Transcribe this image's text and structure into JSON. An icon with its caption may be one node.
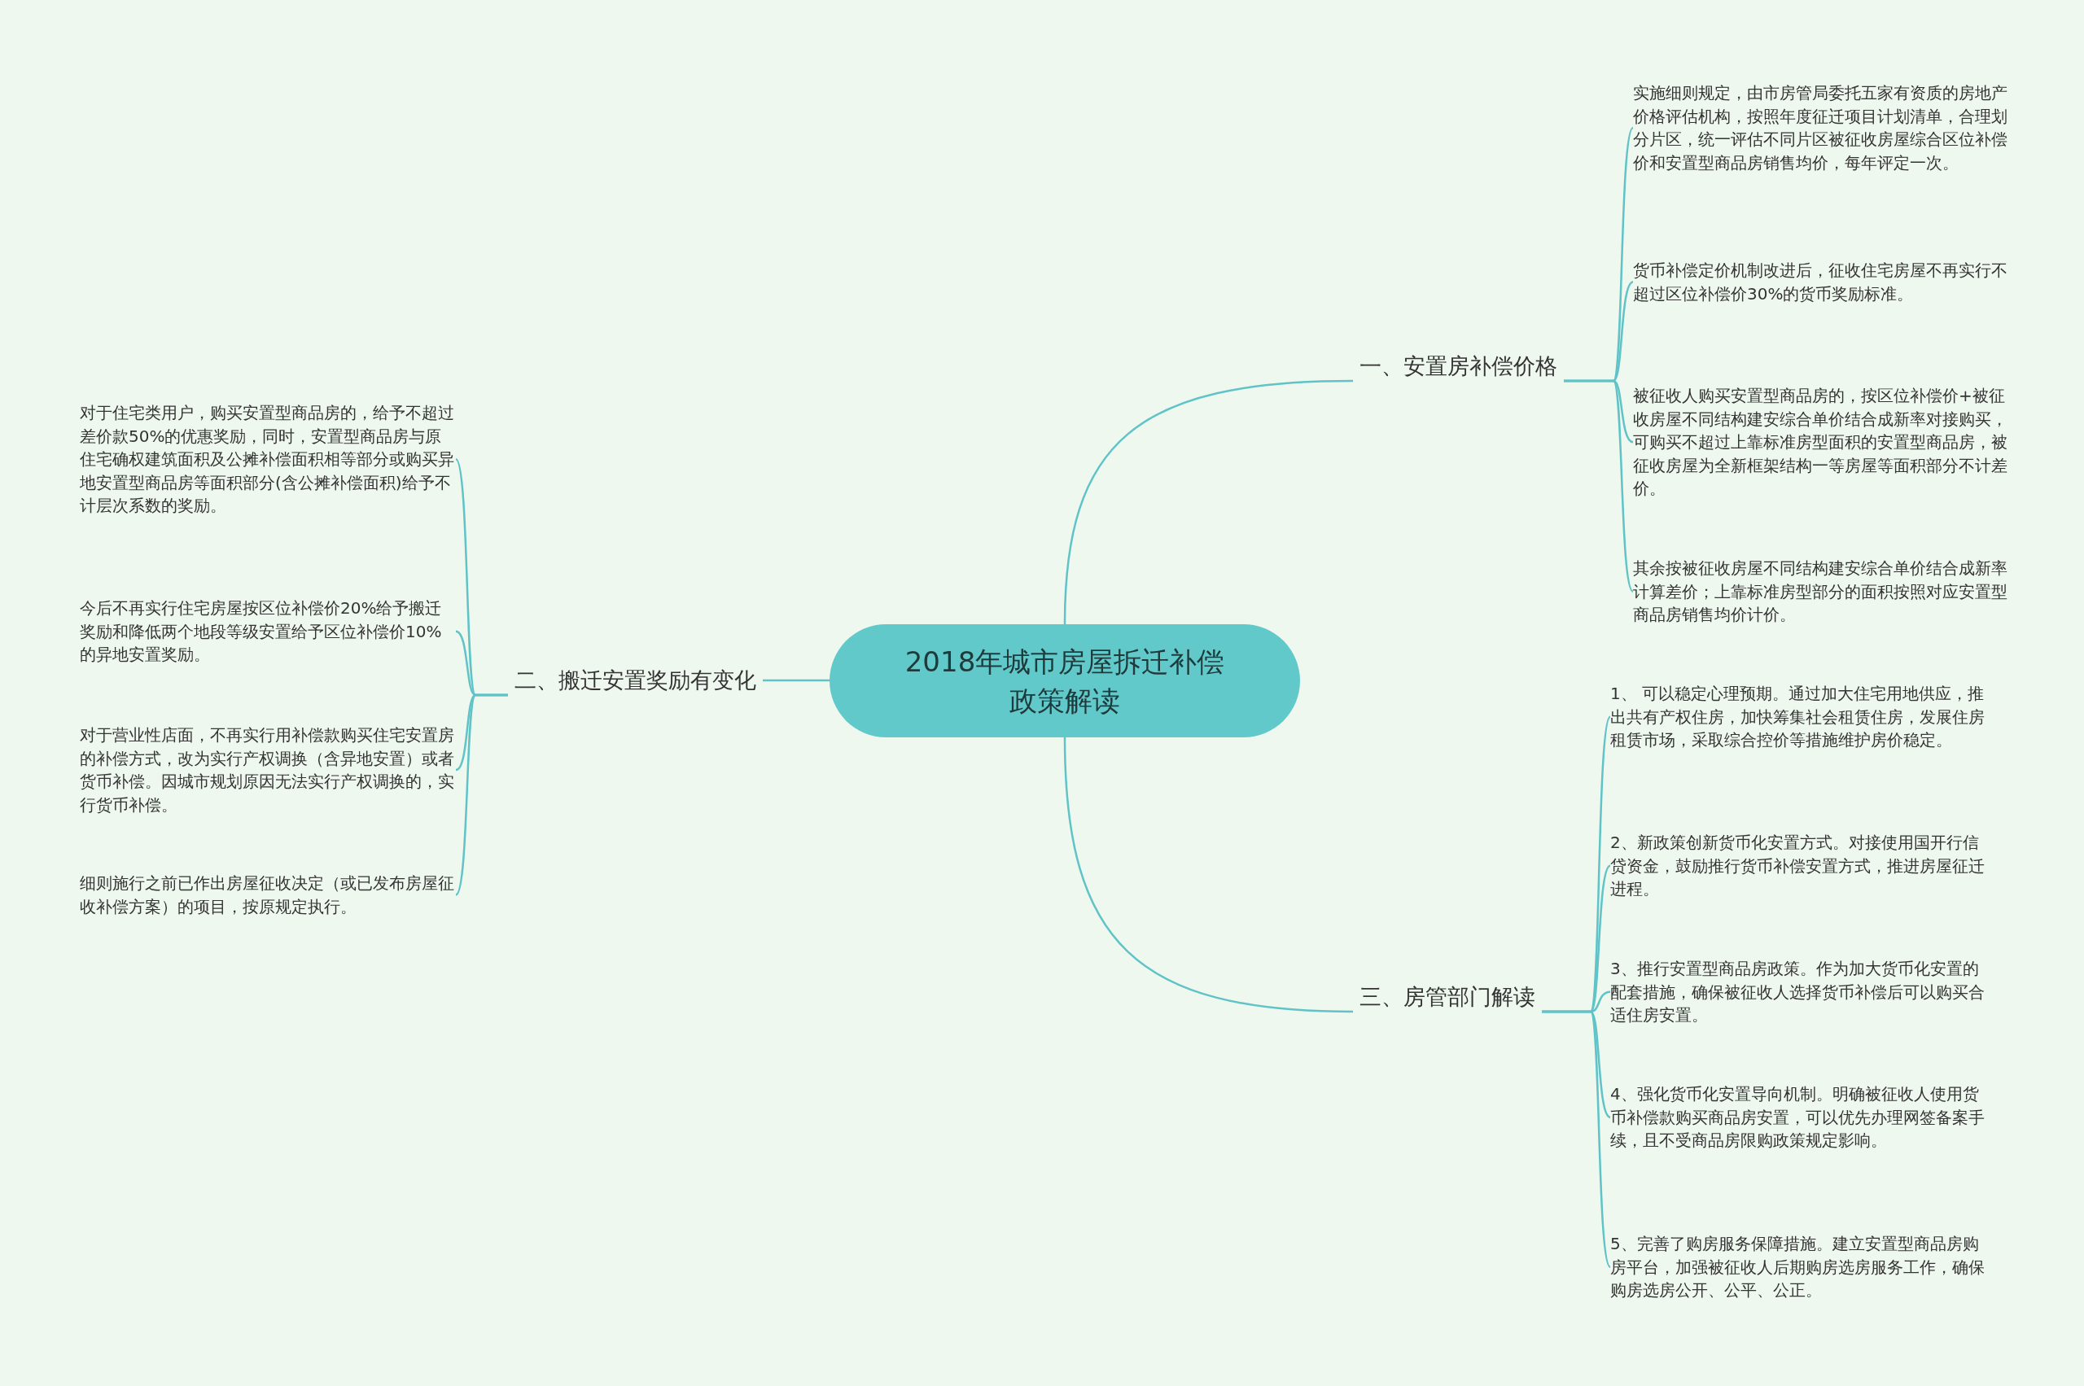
{
  "diagram": {
    "nodes": [
      {
        "text": [
          "2018年城市房屋拆迁补偿政策解读"
        ]
      },
      {
        "text": [
          "一、安置房补偿价格"
        ]
      },
      {
        "text": [
          "实施细则规定，由市房管局委托五家有资质的房地产价格评估机构，按照年度征迁项目计划清单，合理划分片区，统一评估不同片区被征收房屋综合区位补偿价和安置型商品房销售均价，每年评定一次。"
        ]
      },
      {
        "text": [
          "货币补偿定价机制改进后，征收住宅房屋不再实行不超过区位补偿价30%的货币奖励标准。"
        ]
      },
      {
        "text": [
          "被征收人购买安置型商品房的，按区位补偿价+被征收房屋不同结构建安综合单价结合成新率对接购买，可购买不超过上靠标准房型面积的安置型商品房，被征收房屋为全新框架结构一等房屋等面积部分不计差价。"
        ]
      },
      {
        "text": [
          "其余按被征收房屋不同结构建安综合单价结合成新率计算差价；上靠标准房型部分的面积按照对应安置型商品房销售均价计价。"
        ]
      },
      {
        "text": [
          "二、搬迁安置奖励有变化"
        ]
      },
      {
        "text": [
          "对于住宅类用户，购买安置型商品房的，给予不超过差价款50%的优惠奖励，同时，安置型商品房与原住宅确权建筑面积及公摊补偿面积相等部分或购买异地安置型商品房等面积部分(含公摊补偿面积)给予不计层次系数的奖励。"
        ]
      },
      {
        "text": [
          "今后不再实行住宅房屋按区位补偿价20%给予搬迁奖励和降低两个地段等级安置给予区位补偿价10%的异地安置奖励。"
        ]
      },
      {
        "text": [
          "对于营业性店面，不再实行用补偿款购买住宅安置房的补偿方式，改为实行产权调换（含异地安置）或者货币补偿。因城市规划原因无法实行产权调换的，实行货币补偿。"
        ]
      },
      {
        "text": [
          "细则施行之前已作出房屋征收决定（或已发布房屋征收补偿方案）的项目，按原规定执行。"
        ]
      },
      {
        "text": [
          "三、房管部门解读"
        ]
      },
      {
        "text": [
          "1、 可以稳定心理预期。通过加大住宅用地供应，推出共有产权住房，加快筹集社会租赁住房，发展住房租赁市场，采取综合控价等措施维护房价稳定。"
        ]
      },
      {
        "text": [
          "2、新政策创新货币化安置方式。对接使用国开行信贷资金，鼓励推行货币补偿安置方式，推进房屋征迁进程。"
        ]
      },
      {
        "text": [
          "3、推行安置型商品房政策。作为加大货币化安置的配套措施，确保被征收人选择货币补偿后可以购买合适住房安置。"
        ]
      },
      {
        "text": [
          "4、强化货币化安置导向机制。明确被征收人使用货币补偿款购买商品房安置，可以优先办理网签备案手续，且不受商品房限购政策规定影响。"
        ]
      },
      {
        "text": [
          "5、完善了购房服务保障措施。建立安置型商品房购房平台，加强被征收人后期购房选房服务工作，确保购房选房公开、公平、公正。"
        ]
      }
    ],
    "edges": [
      {
        "from": 0,
        "to": 1,
        "arrow": "none"
      },
      {
        "from": 1,
        "to": 2,
        "arrow": "none"
      },
      {
        "from": 1,
        "to": 3,
        "arrow": "none"
      },
      {
        "from": 1,
        "to": 4,
        "arrow": "none"
      },
      {
        "from": 1,
        "to": 5,
        "arrow": "none"
      },
      {
        "from": 0,
        "to": 6,
        "arrow": "none"
      },
      {
        "from": 6,
        "to": 7,
        "arrow": "none"
      },
      {
        "from": 6,
        "to": 8,
        "arrow": "none"
      },
      {
        "from": 6,
        "to": 9,
        "arrow": "none"
      },
      {
        "from": 6,
        "to": 10,
        "arrow": "none"
      },
      {
        "from": 0,
        "to": 11,
        "arrow": "none"
      },
      {
        "from": 11,
        "to": 12,
        "arrow": "none"
      },
      {
        "from": 11,
        "to": 13,
        "arrow": "none"
      },
      {
        "from": 11,
        "to": 14,
        "arrow": "none"
      },
      {
        "from": 11,
        "to": 15,
        "arrow": "none"
      },
      {
        "from": 11,
        "to": 16,
        "arrow": "none"
      }
    ]
  }
}
